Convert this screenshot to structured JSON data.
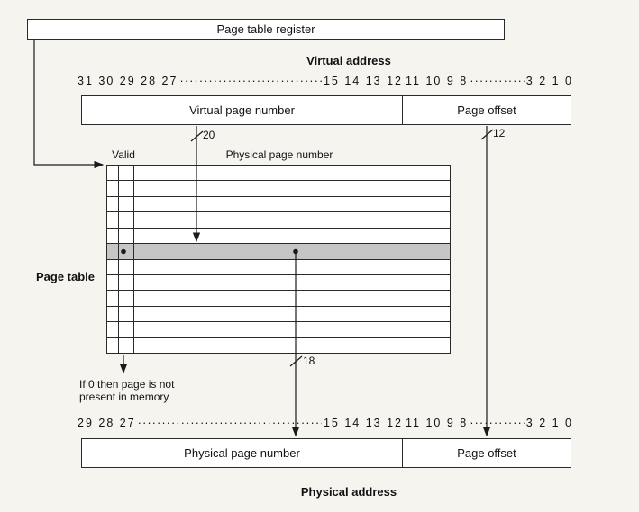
{
  "register": {
    "label": "Page table register"
  },
  "virtual_address": {
    "title": "Virtual address",
    "bits_left_start": "31 30 29 28 27",
    "bits_left_end": "15 14 13 12",
    "bits_right_start": "11 10 9 8",
    "bits_right_end": "3 2 1 0",
    "fields": {
      "vpn": "Virtual page number",
      "offset": "Page offset"
    },
    "vpn_width": "20",
    "offset_width": "12"
  },
  "page_table": {
    "label": "Page table",
    "valid_header": "Valid",
    "ppn_header": "Physical page number",
    "rows": 12,
    "highlighted_row": 5,
    "ppn_width": "18",
    "note_line1": "If 0 then page is not",
    "note_line2": "present in memory"
  },
  "physical_address": {
    "title": "Physical address",
    "bits_left_start": "29 28 27",
    "bits_left_end": "15 14 13 12",
    "bits_right_start": "11 10 9 8",
    "bits_right_end": "3 2 1 0",
    "fields": {
      "ppn": "Physical page number",
      "offset": "Page offset"
    }
  },
  "dots_fill": "····························································",
  "colors": {
    "line": "#1a1a1a",
    "highlight": "#c6c6c6",
    "background": "#f5f4ef"
  }
}
